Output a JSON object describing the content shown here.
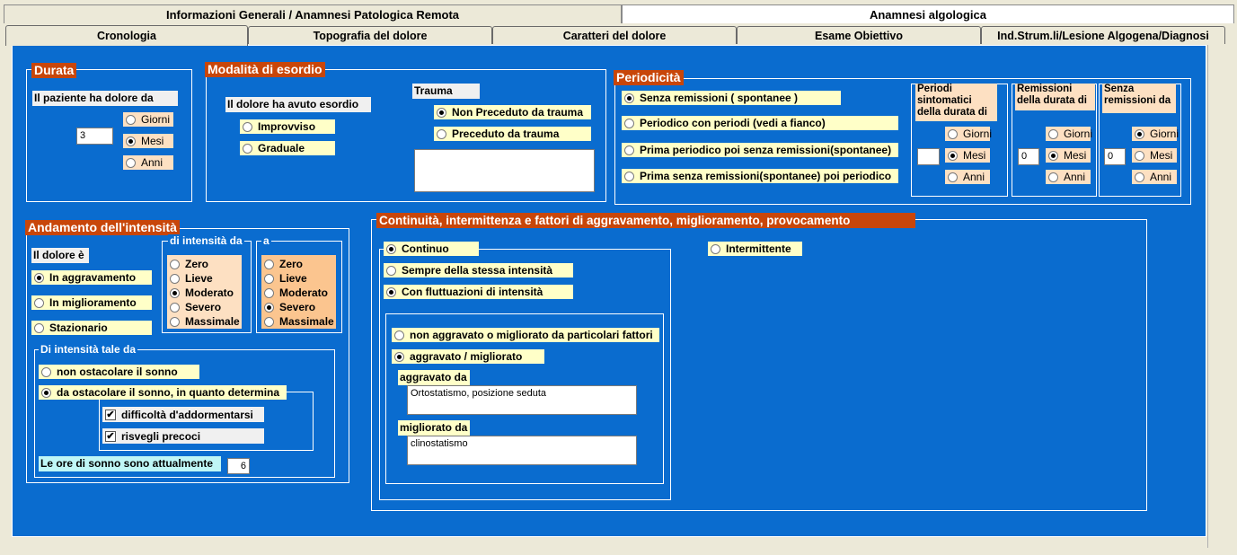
{
  "top_tabs": [
    "Informazioni Generali / Anamnesi Patologica Remota",
    "Anamnesi algologica"
  ],
  "sub_tabs": [
    "Cronologia",
    "Topografia del dolore",
    "Caratteri del dolore",
    "Esame Obiettivo",
    "Ind.Strum.li/Lesione Algogena/Diagnosi"
  ],
  "durata": {
    "title": "Durata",
    "label": "Il paziente ha dolore da",
    "value": "3",
    "options": [
      "Giorni",
      "Mesi",
      "Anni"
    ],
    "selected": "Mesi"
  },
  "esordio": {
    "title": "Modalità di esordio",
    "label": "Il dolore ha avuto esordio",
    "options": [
      "Improvviso",
      "Graduale"
    ],
    "trauma_label": "Trauma",
    "trauma_options": [
      "Non Preceduto da trauma",
      "Preceduto da trauma"
    ],
    "trauma_selected": "Non Preceduto da trauma",
    "trauma_notes": ""
  },
  "periodicita": {
    "title": "Periodicità",
    "options": [
      "Senza remissioni ( spontanee )",
      "Periodico con periodi (vedi a fianco)",
      "Prima periodico poi senza remissioni(spontanee)",
      "Prima senza remissioni(spontanee) poi periodico"
    ],
    "selected": "Senza remissioni ( spontanee )",
    "periodi": {
      "label": "Periodi sintomatici della durata  di",
      "value": "",
      "options": [
        "Giorni",
        "Mesi",
        "Anni"
      ],
      "selected": "Mesi"
    },
    "remissioni": {
      "label": "Remissioni della durata di",
      "value": "0",
      "options": [
        "Giorni",
        "Mesi",
        "Anni"
      ],
      "selected": "Mesi"
    },
    "senza": {
      "label": "Senza remissioni da",
      "value": "0",
      "options": [
        "Giorni",
        "Mesi",
        "Anni"
      ],
      "selected": "Giorni"
    }
  },
  "andamento": {
    "title": "Andamento dell'intensità",
    "label": "Il dolore è",
    "options": [
      "In aggravamento",
      "In miglioramento",
      "Stazionario"
    ],
    "selected": "In aggravamento",
    "da_title": "di intensità da",
    "a_title": "a",
    "levels": [
      "Zero",
      "Lieve",
      "Moderato",
      "Severo",
      "Massimale"
    ],
    "da_selected": "Moderato",
    "a_selected": "Severo",
    "sonno_title": "Di intensità tale da",
    "sonno_options": [
      "non ostacolare il sonno",
      "da ostacolare il sonno, in quanto determina"
    ],
    "sonno_selected": "da ostacolare il sonno, in quanto determina",
    "checks": [
      {
        "label": "difficoltà d'addormentarsi",
        "checked": true
      },
      {
        "label": "risvegli precoci",
        "checked": true
      }
    ],
    "ore_label": "Le ore di sonno sono attualmente",
    "ore_value": "6"
  },
  "continuita": {
    "title": "Continuità, intermittenza e fattori di aggravamento, miglioramento, provocamento",
    "continuo": "Continuo",
    "intermittente": "Intermittente",
    "selected": "Continuo",
    "sub_options": [
      "Sempre della stessa intensità",
      "Con fluttuazioni di intensità"
    ],
    "sub_selected": "Con fluttuazioni di intensità",
    "fattori_options": [
      "non aggravato o migliorato da particolari fattori",
      "aggravato / migliorato"
    ],
    "fattori_selected": "aggravato / migliorato",
    "aggravato_label": "aggravato da",
    "aggravato_value": "Ortostatismo, posizione seduta",
    "migliorato_label": "migliorato da",
    "migliorato_value": "clinostatismo"
  },
  "colors": {
    "panel": "#0a6ccf",
    "title_bg": "#c8460a",
    "option_bg": "#ffffc8"
  }
}
